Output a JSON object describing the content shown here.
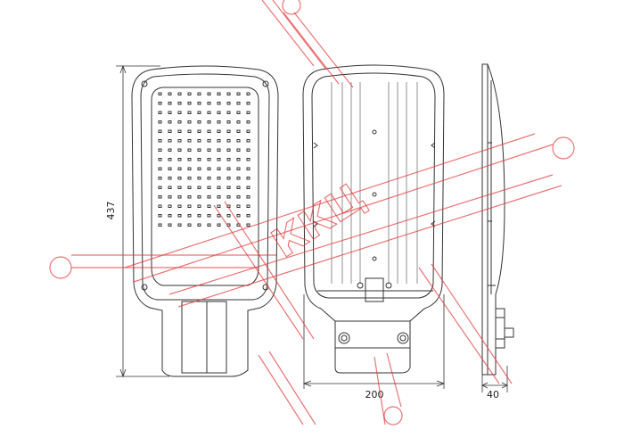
{
  "dimensions": {
    "height": "437",
    "width": "200",
    "depth": "40"
  },
  "watermark": {
    "text": "ККЦ",
    "color": "#e23a3a"
  },
  "colors": {
    "line": "#333333",
    "light_line": "#777777"
  }
}
